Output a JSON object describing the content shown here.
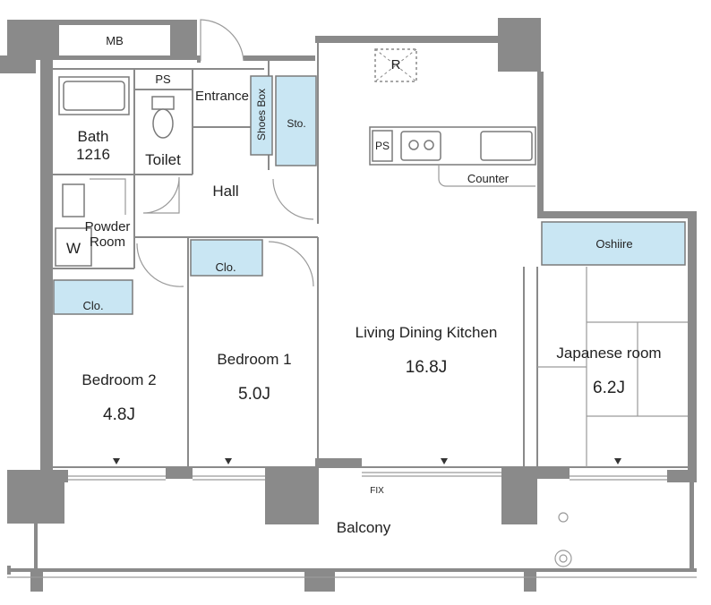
{
  "rooms": {
    "mb": "MB",
    "ps_top": "PS",
    "entrance": "Entrance",
    "shoes_box": "Shoes Box",
    "sto": "Sto.",
    "bath": "Bath",
    "bath_size": "1216",
    "toilet": "Toilet",
    "hall": "Hall",
    "powder": "Powder",
    "powder_room": "Room",
    "w": "W",
    "clo_left": "Clo.",
    "clo_mid": "Clo.",
    "bedroom2": "Bedroom 2",
    "bedroom2_size": "4.8J",
    "bedroom1": "Bedroom 1",
    "bedroom1_size": "5.0J",
    "ldk": "Living Dining Kitchen",
    "ldk_size": "16.8J",
    "r": "R",
    "ps_kitchen": "PS",
    "counter": "Counter",
    "oshiire": "Oshiire",
    "japanese": "Japanese room",
    "japanese_size": "6.2J",
    "fix": "FIX",
    "balcony": "Balcony"
  },
  "colors": {
    "wall": "#8a8a8a",
    "storage": "#c9e6f3"
  }
}
